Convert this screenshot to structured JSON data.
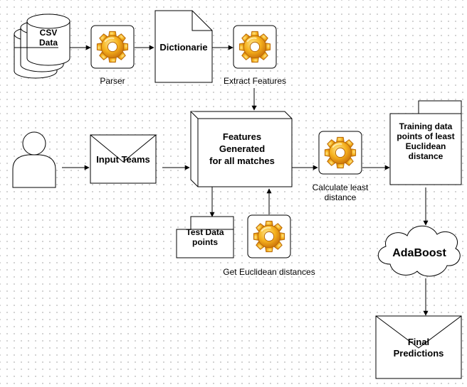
{
  "nodes": {
    "csv": {
      "line1": "CSV",
      "line2": "Data"
    },
    "parser": {
      "label": "Parser",
      "icon": "gear-icon"
    },
    "dictionary": {
      "label": "Dictionarie"
    },
    "extract": {
      "label": "Extract Features",
      "icon": "gear-icon"
    },
    "input_teams": {
      "label": "Input Teams"
    },
    "features": {
      "line1": "Features",
      "line2": "Generated",
      "line3": "for all matches"
    },
    "calc": {
      "line1": "Calculate least",
      "line2": "distance",
      "icon": "gear-icon"
    },
    "training": {
      "line1": "Training data",
      "line2": "points of least",
      "line3": "Euclidean",
      "line4": "distance"
    },
    "test": {
      "line1": "Test Data",
      "line2": "points"
    },
    "euclid": {
      "label": "Get Euclidean distances",
      "icon": "gear-icon"
    },
    "adaboost": {
      "label": "AdaBoost"
    },
    "final": {
      "line1": "Final",
      "line2": "Predictions"
    },
    "actor": {
      "icon": "user-icon"
    }
  },
  "colors": {
    "gear_light": "#fde58a",
    "gear_mid": "#f6b21e",
    "gear_dark": "#d07a0c"
  }
}
